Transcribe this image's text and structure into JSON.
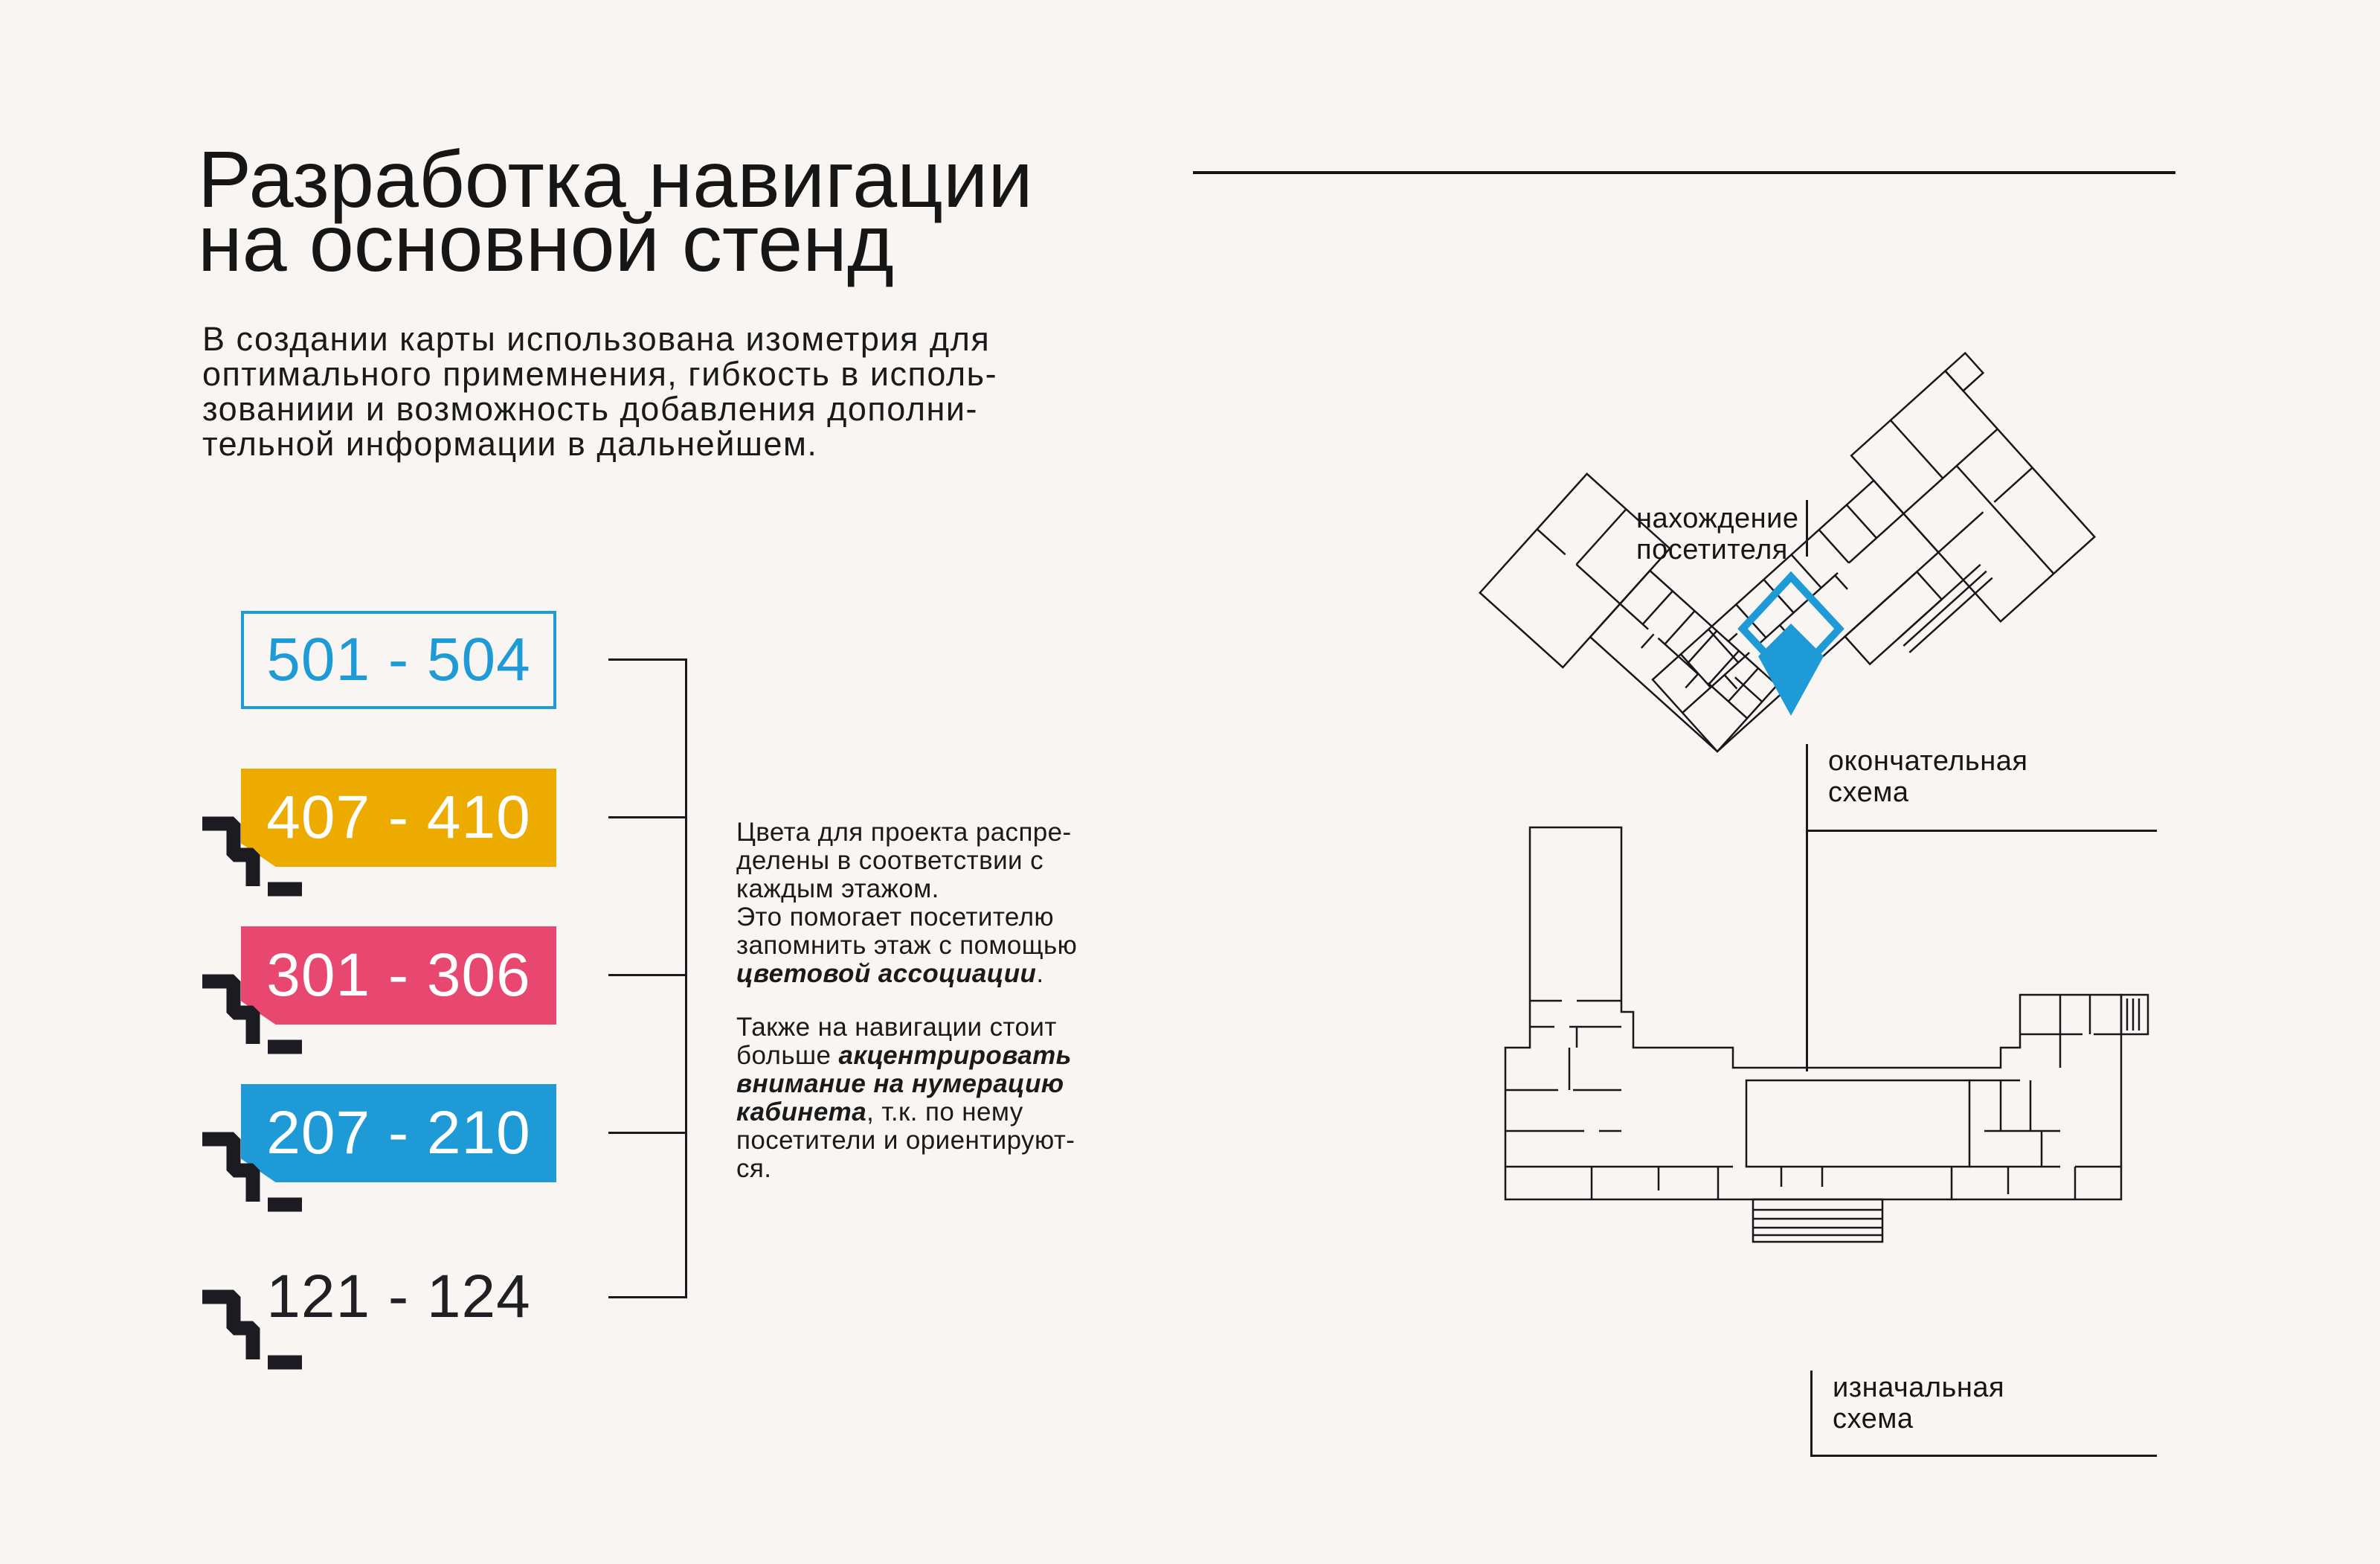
{
  "colors": {
    "background": "#F9F5F2",
    "ink": "#1A1A1A",
    "blue": "#1E9AD6",
    "yellow": "#EDAB00",
    "pink": "#E8486F",
    "stairs_icon": "#1B1B21"
  },
  "header": {
    "title": "Разработка навигации\nна основной стенд",
    "intro": "В создании карты использована изометрия для\nоптимального примемнения, гибкость в исполь-\nзованиии и возможность добавления дополни-\nтельной информации в дальнейшем."
  },
  "legend": {
    "floors": [
      {
        "label": "501 - 504",
        "style": "outline",
        "color": "#1E9AD6"
      },
      {
        "label": "407 - 410",
        "style": "fill",
        "color": "#EDAB00"
      },
      {
        "label": "301 - 306",
        "style": "fill",
        "color": "#E8486F"
      },
      {
        "label": "207 - 210",
        "style": "fill",
        "color": "#1E9AD6"
      },
      {
        "label": "121 - 124",
        "style": "plain",
        "color": "#1F1F24"
      }
    ]
  },
  "notes": {
    "color_association": {
      "segments": [
        {
          "t": "Цвета для проекта распре-\nделены в соответствии с\nкаждым этажом.\nЭто помогает посетителю\nзапомнить этаж с помощью\n",
          "b": false
        },
        {
          "t": "цветовой ассоциации",
          "b": true
        },
        {
          "t": ".",
          "b": false
        }
      ]
    },
    "accent_numbering": {
      "segments": [
        {
          "t": "Также на навигации стоит\nбольше ",
          "b": false
        },
        {
          "t": "акцентрировать\nвнимание на нумерацию\nкабинета",
          "b": true
        },
        {
          "t": ", т.к. по нему\nпосетители и ориентируют-\nся.",
          "b": false
        }
      ]
    }
  },
  "diagrams": {
    "marker_color": "#1E9AD6",
    "isometric": {
      "caption": "нахождение\nпосетителя"
    },
    "final_scheme": {
      "caption": "окончательная\nсхема"
    },
    "initial_scheme": {
      "caption": "изначальная\nсхема"
    }
  }
}
